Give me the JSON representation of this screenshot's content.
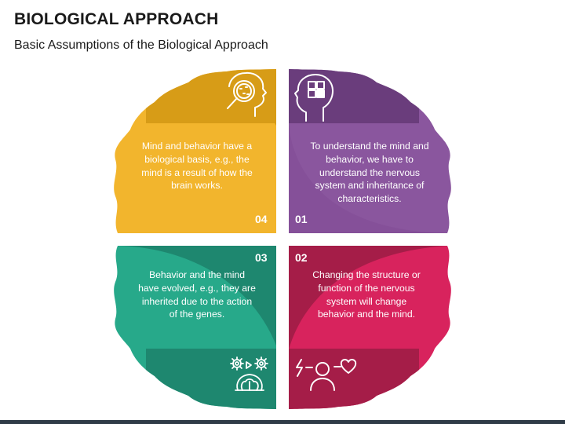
{
  "header": {
    "title": "BIOLOGICAL APPROACH",
    "subtitle": "Basic Assumptions of the Biological Approach"
  },
  "colors": {
    "yellow_light": "#f2b52d",
    "yellow_dark": "#d79c17",
    "purple_light": "#8a569e",
    "purple_dark": "#6a3d7c",
    "teal_light": "#27a98a",
    "teal_dark": "#1e876f",
    "crimson_light": "#d8235d",
    "crimson_dark": "#a51d48",
    "footer": "#2f3b47"
  },
  "quadrants": [
    {
      "id": "q04",
      "number": "04",
      "text": "Mind and behavior have a biological basis, e.g., the mind is a result of how the brain works.",
      "icon": "head-magnifier-icon"
    },
    {
      "id": "q01",
      "number": "01",
      "text": "To understand the mind and behavior, we have to understand the nervous system and inheritance of characteristics.",
      "icon": "head-puzzle-icon"
    },
    {
      "id": "q03",
      "number": "03",
      "text": "Behavior and the mind have evolved, e.g., they are inherited due to the action of the genes.",
      "icon": "brain-gears-icon"
    },
    {
      "id": "q02",
      "number": "02",
      "text": "Changing the structure or function of the nervous system will change behavior and the mind.",
      "icon": "person-lightning-heart-icon"
    }
  ]
}
